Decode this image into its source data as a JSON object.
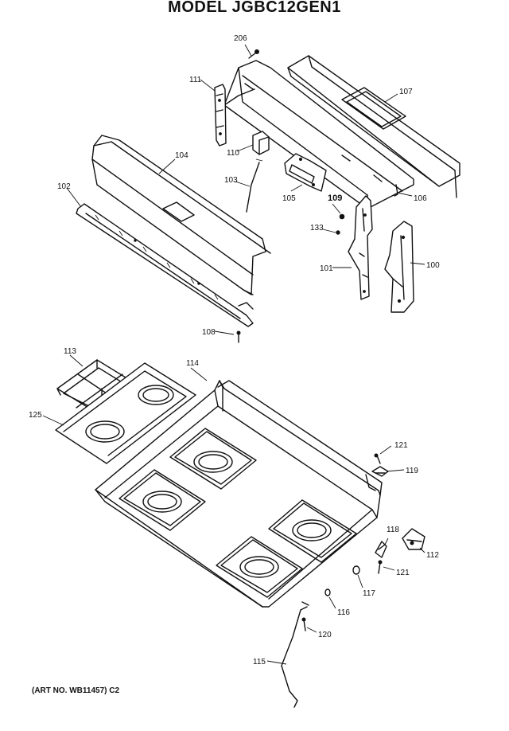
{
  "title": "MODEL JGBC12GEN1",
  "art_number": "(ART NO. WB11457) C2",
  "callouts": {
    "c206": "206",
    "c111": "111",
    "c107": "107",
    "c110": "110",
    "c104": "104",
    "c103": "103",
    "c105": "105",
    "c106": "106",
    "c102": "102",
    "c109": "109",
    "c133": "133",
    "c101": "101",
    "c100": "100",
    "c108": "108",
    "c113": "113",
    "c114": "114",
    "c125": "125",
    "c121a": "121",
    "c119": "119",
    "c118": "118",
    "c112": "112",
    "c121b": "121",
    "c117": "117",
    "c116": "116",
    "c120": "120",
    "c115": "115"
  }
}
